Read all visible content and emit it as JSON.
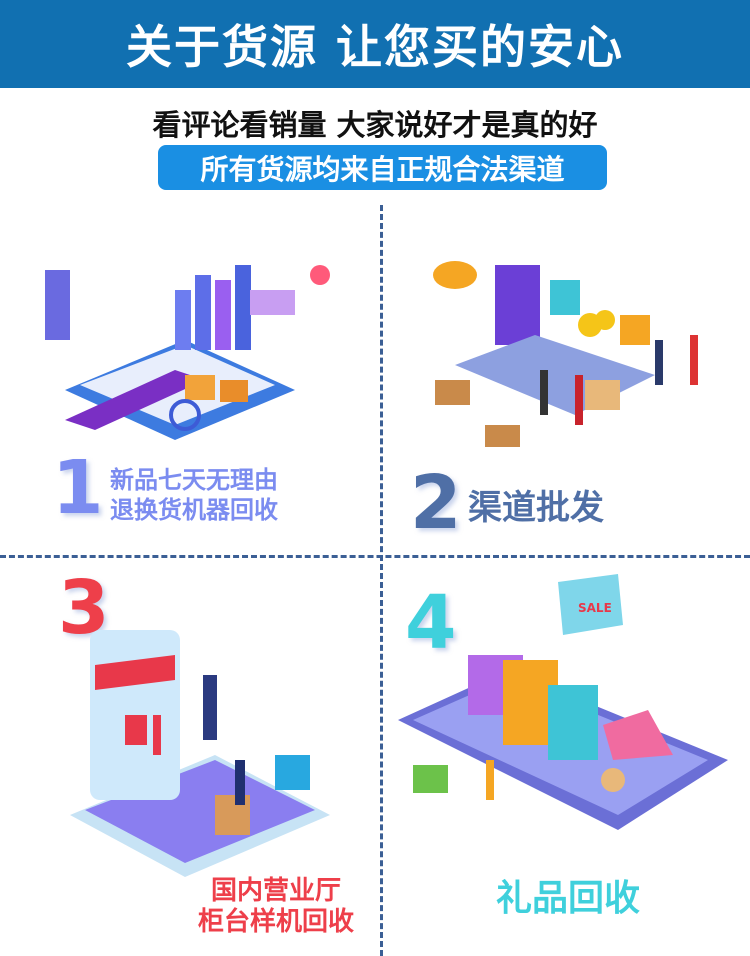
{
  "header": {
    "title": "关于货源 让您买的安心"
  },
  "subtitle": "看评论看销量 大家说好才是真的好",
  "badge": "所有货源均来自正规合法渠道",
  "sections": [
    {
      "number": "1",
      "lines": [
        "新品七天无理由",
        "退换货机器回收"
      ],
      "color": "#7b8cf0"
    },
    {
      "number": "2",
      "lines": [
        "渠道批发"
      ],
      "color": "#4f6fa6"
    },
    {
      "number": "3",
      "lines": [
        "国内营业厅",
        "柜台样机回收"
      ],
      "color": "#ee3f4a"
    },
    {
      "number": "4",
      "lines": [
        "礼品回收"
      ],
      "color": "#3fd0dc"
    }
  ],
  "illustrations": {
    "sale_tag": "SALE"
  },
  "colors": {
    "header": "#1170b1",
    "badge": "#1a8fe3",
    "divider": "#3b5f95"
  }
}
